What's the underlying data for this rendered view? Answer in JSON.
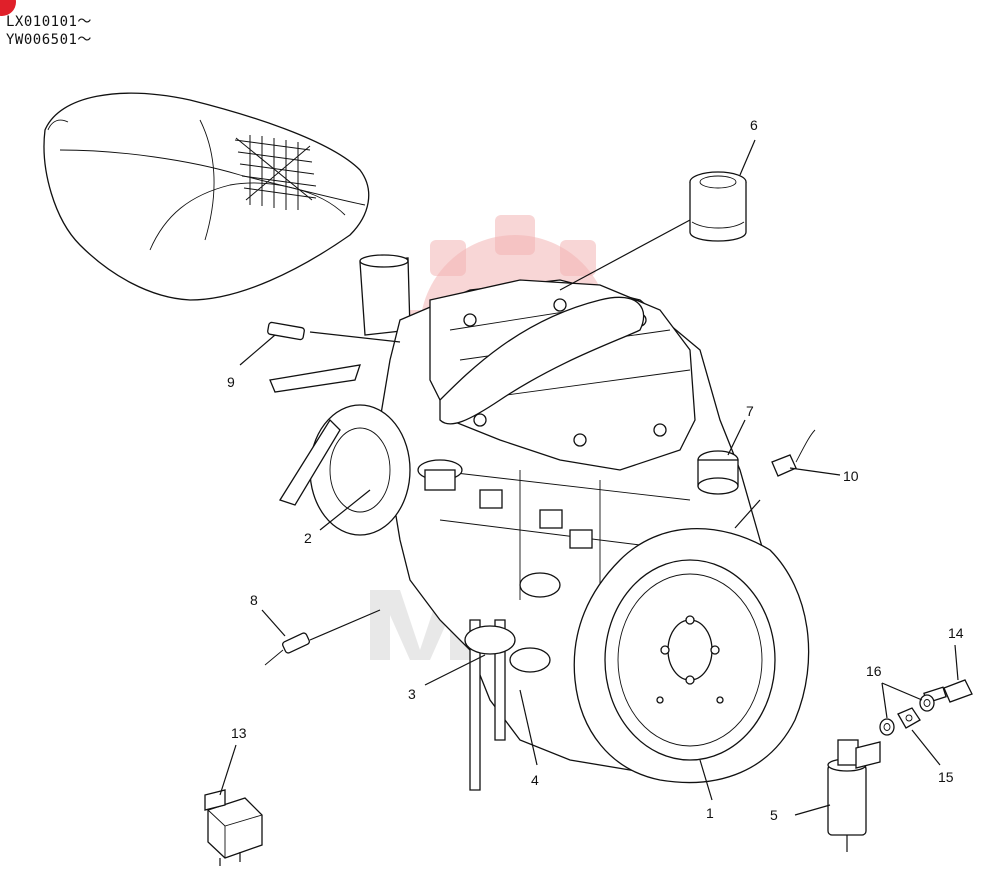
{
  "serials": [
    "LX010101～",
    "YW006501～"
  ],
  "callouts": [
    {
      "id": "1",
      "label": "1"
    },
    {
      "id": "2",
      "label": "2"
    },
    {
      "id": "3",
      "label": "3"
    },
    {
      "id": "4",
      "label": "4"
    },
    {
      "id": "5",
      "label": "5"
    },
    {
      "id": "6",
      "label": "6"
    },
    {
      "id": "7",
      "label": "7"
    },
    {
      "id": "8",
      "label": "8"
    },
    {
      "id": "9",
      "label": "9"
    },
    {
      "id": "10",
      "label": "10"
    },
    {
      "id": "13",
      "label": "13"
    },
    {
      "id": "14",
      "label": "14"
    },
    {
      "id": "15",
      "label": "15"
    },
    {
      "id": "16",
      "label": "16"
    }
  ],
  "colors": {
    "line": "#111111",
    "watermark": "#f2b5b5",
    "badge": "#e0202a"
  }
}
